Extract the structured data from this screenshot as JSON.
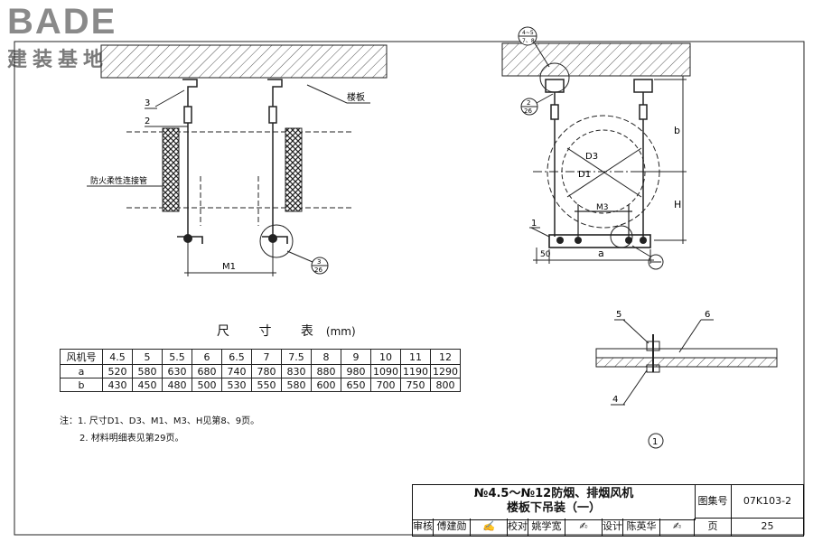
{
  "logo": {
    "brand": "BADE",
    "subtitle": "建装基地"
  },
  "left_view": {
    "labels": {
      "slab": "楼板",
      "connector": "防火柔性连接管",
      "m1": "M1",
      "ref3": "3",
      "ref2": "2",
      "ref_num": "3",
      "ref_den": "26"
    }
  },
  "right_view": {
    "labels": {
      "top_ref_num": "4~5",
      "top_ref_den": "7、8",
      "ref2_num": "2",
      "ref2_den": "26",
      "d3": "D3",
      "d1": "D1",
      "m3": "M3",
      "b": "b",
      "h": "H",
      "a": "a",
      "dim50": "50",
      "ref1": "1"
    }
  },
  "detail": {
    "labels": {
      "n5": "5",
      "n6": "6",
      "n4": "4",
      "circle_num": "1"
    }
  },
  "size_table": {
    "title": "尺 寸 表",
    "unit": "(mm)",
    "header_label": "风机号",
    "columns": [
      "4.5",
      "5",
      "5.5",
      "6",
      "6.5",
      "7",
      "7.5",
      "8",
      "9",
      "10",
      "11",
      "12"
    ],
    "rows": [
      {
        "label": "a",
        "values": [
          "520",
          "580",
          "630",
          "680",
          "740",
          "780",
          "830",
          "880",
          "980",
          "1090",
          "1190",
          "1290"
        ]
      },
      {
        "label": "b",
        "values": [
          "430",
          "450",
          "480",
          "500",
          "530",
          "550",
          "580",
          "600",
          "650",
          "700",
          "750",
          "800"
        ]
      }
    ]
  },
  "notes": {
    "line1": "注：1. 尺寸D1、D3、M1、M3、H见第8、9页。",
    "line2": "2. 材料明细表见第29页。"
  },
  "title_block": {
    "title_line1": "№4.5～№12防烟、排烟风机",
    "title_line2": "楼板下吊装（一）",
    "atlas_label": "图集号",
    "atlas_value": "07K103-2",
    "review_label": "审核",
    "review_name": "傅建勋",
    "check_label": "校对",
    "check_name": "姚学宽",
    "design_label": "设计",
    "design_name": "陈英华",
    "page_label": "页",
    "page_value": "25"
  },
  "colors": {
    "line": "#222222",
    "hatch": "#555555",
    "insulation": "#333333"
  }
}
